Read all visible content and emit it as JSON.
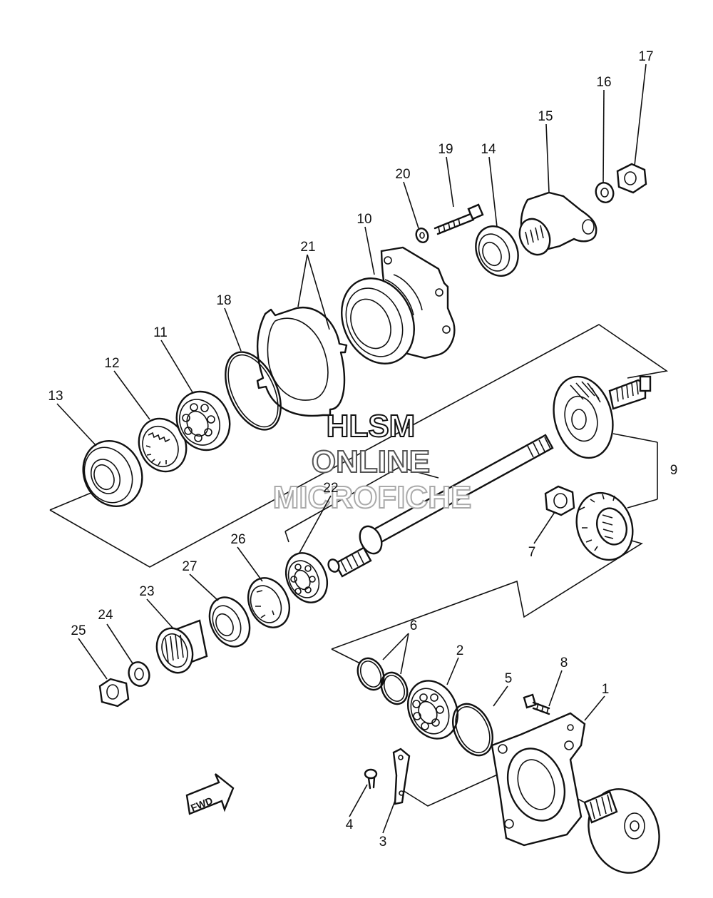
{
  "watermark": {
    "line1": "HLSM",
    "line2": "ONLINE",
    "line3": "MICROFICHE"
  },
  "direction_badge": {
    "label": "FWD",
    "icon": "forward-arrow-icon"
  },
  "parts": [
    {
      "number": "1"
    },
    {
      "number": "2"
    },
    {
      "number": "3"
    },
    {
      "number": "4"
    },
    {
      "number": "5"
    },
    {
      "number": "6"
    },
    {
      "number": "7"
    },
    {
      "number": "8"
    },
    {
      "number": "9"
    },
    {
      "number": "10"
    },
    {
      "number": "11"
    },
    {
      "number": "12"
    },
    {
      "number": "13"
    },
    {
      "number": "14"
    },
    {
      "number": "15"
    },
    {
      "number": "16"
    },
    {
      "number": "17"
    },
    {
      "number": "18"
    },
    {
      "number": "19"
    },
    {
      "number": "20"
    },
    {
      "number": "21"
    },
    {
      "number": "22"
    },
    {
      "number": "23"
    },
    {
      "number": "24"
    },
    {
      "number": "25"
    },
    {
      "number": "26"
    },
    {
      "number": "27"
    }
  ]
}
